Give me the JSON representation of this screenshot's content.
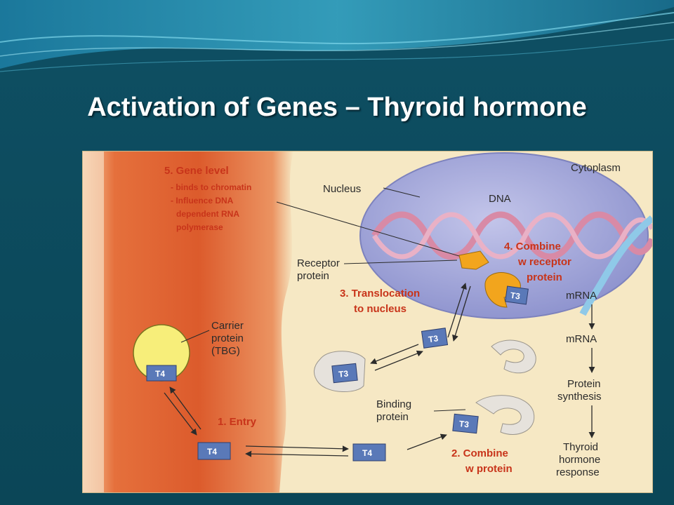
{
  "slide": {
    "title": "Activation of Genes – Thyroid hormone"
  },
  "diagram": {
    "region_labels": {
      "cytoplasm": "Cytoplasm",
      "nucleus": "Nucleus",
      "dna": "DNA",
      "mrna_nucleus": "mRNA",
      "mrna_cytoplasm": "mRNA"
    },
    "molecule_labels": {
      "carrier_protein": [
        "Carrier",
        "protein",
        "(TBG)"
      ],
      "receptor_protein": [
        "Receptor",
        "protein"
      ],
      "binding_protein": [
        "Binding",
        "protein"
      ],
      "protein_synthesis": [
        "Protein",
        "synthesis"
      ],
      "thyroid_response": [
        "Thyroid",
        "hormone",
        "response"
      ]
    },
    "hormone_tags": {
      "t4": "T4",
      "t3": "T3"
    },
    "steps": {
      "step1": [
        "1. Entry"
      ],
      "step2": [
        "2. Combine",
        "w protein"
      ],
      "step3": [
        "3. Translocation",
        "to nucleus"
      ],
      "step4": [
        "4. Combine",
        "w receptor",
        "protein"
      ],
      "step5_title": "5. Gene level",
      "step5_lines": [
        "- binds to chromatin",
        "- Influence DNA",
        "dependent RNA",
        "polymerase"
      ]
    },
    "colors": {
      "membrane_outer": "#d8532a",
      "membrane_inner": "#f3b282",
      "cytoplasm": "#f6e8c4",
      "nucleus": "#a3a6d8",
      "dna_strand": "#d88aa6",
      "carrier_yellow": "#f7ee7a",
      "receptor_orange": "#f2a51d",
      "hormone_box": "#5a79b8",
      "binding_protein": "#e6e2dc",
      "step_text": "#c8341a"
    }
  }
}
